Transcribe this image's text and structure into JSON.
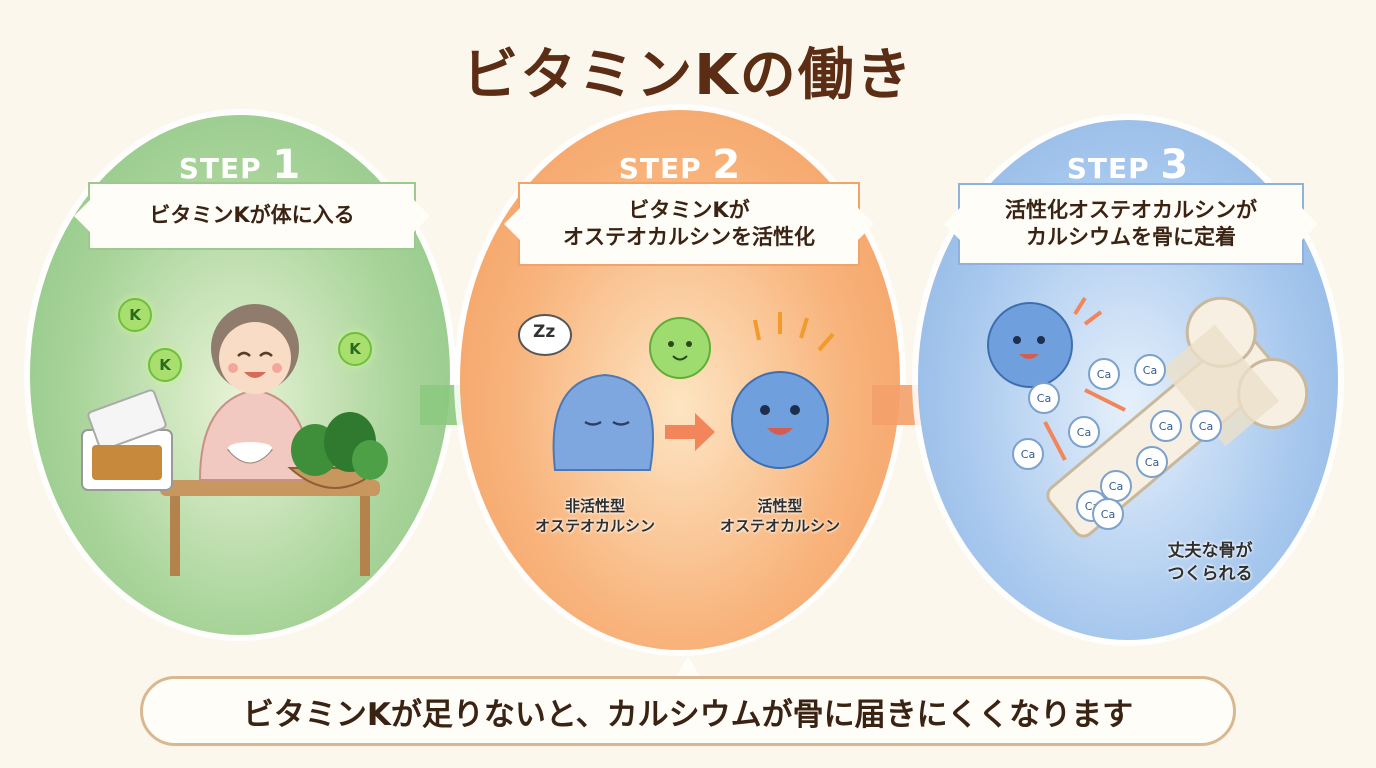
{
  "title": "ビタミンKの働き",
  "steps": [
    {
      "label_prefix": "STEP",
      "number": "1",
      "banner": "ビタミンKが体に入る",
      "color": "#86c281"
    },
    {
      "label_prefix": "STEP",
      "number": "2",
      "banner_line1": "ビタミンKが",
      "banner_line2": "オステオカルシンを活性化",
      "color": "#f29a5c",
      "captions": {
        "inactive_line1": "非活性型",
        "inactive_line2": "オステオカルシン",
        "active_line1": "活性型",
        "active_line2": "オステオカルシン",
        "sleep_text": "Zz"
      }
    },
    {
      "label_prefix": "STEP",
      "number": "3",
      "banner_line1": "活性化オステオカルシンが",
      "banner_line2": "カルシウムを骨に定着",
      "color": "#86b0e2",
      "caption_line1": "丈夫な骨が",
      "caption_line2": "つくられる",
      "ca_label": "Ca"
    }
  ],
  "k_label": "K",
  "bottom_message": "ビタミンKが足りないと、カルシウムが骨に届きにくくなります"
}
